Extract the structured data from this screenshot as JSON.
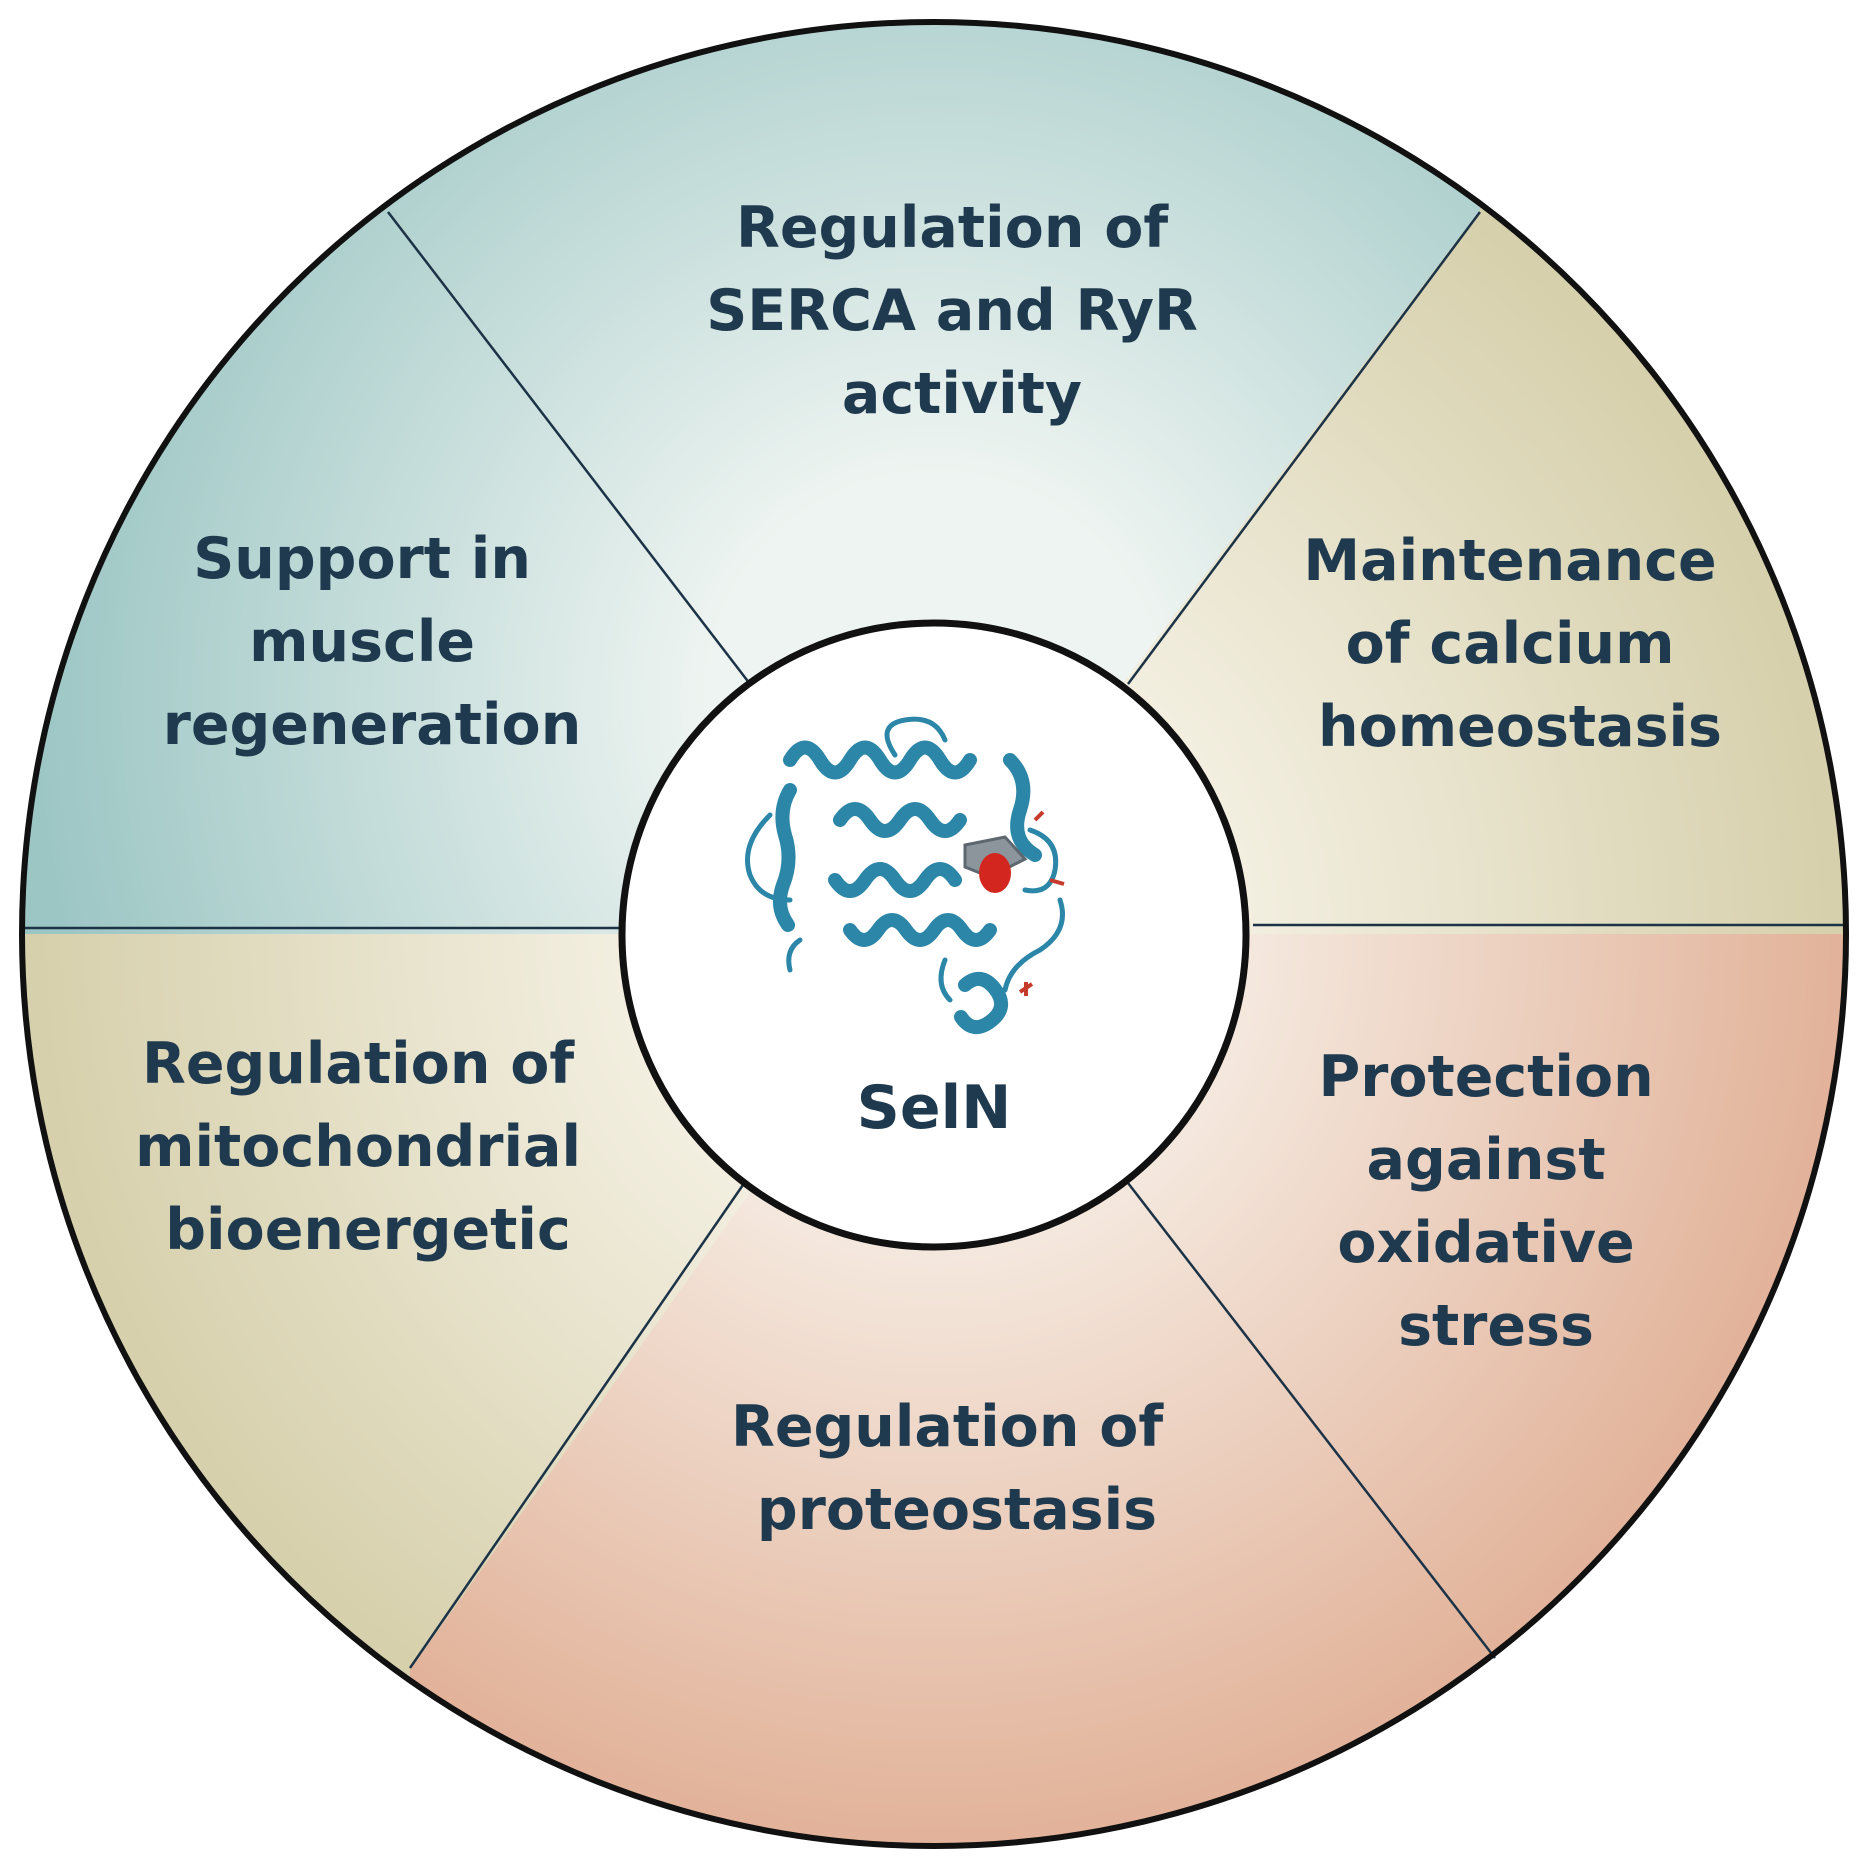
{
  "center": {
    "label": "SelN",
    "image": "protein-ribbon-structure"
  },
  "segments": [
    {
      "id": "top",
      "lines": [
        "Regulation of",
        "SERCA and RyR",
        "activity"
      ]
    },
    {
      "id": "upper-right",
      "lines": [
        "Maintenance",
        "of calcium",
        "homeostasis"
      ]
    },
    {
      "id": "lower-right",
      "lines": [
        "Protection",
        "against",
        "oxidative",
        "stress"
      ]
    },
    {
      "id": "bottom",
      "lines": [
        "Regulation of",
        "proteostasis"
      ]
    },
    {
      "id": "lower-left",
      "lines": [
        "Regulation of",
        "mitochondrial",
        "bioenergetic"
      ]
    },
    {
      "id": "upper-left",
      "lines": [
        "Support in",
        "muscle",
        "regeneration"
      ]
    }
  ],
  "colors": {
    "teal": "#9cc6c4",
    "olive": "#d6d0ac",
    "peach": "#e2b39a",
    "light": "#f4f3ee",
    "outline": "#111111",
    "divider": "#1c3347",
    "text": "#1f3a4e",
    "protein": "#2b86a8"
  }
}
